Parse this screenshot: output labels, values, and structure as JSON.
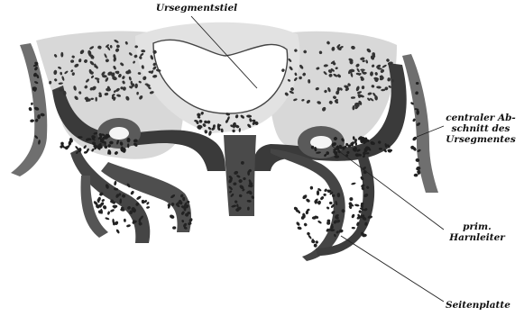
{
  "labels": {
    "ursegmentstiel": "Ursegmentstiel",
    "centraler": [
      "centraler Ab-",
      "schnitt des",
      "Ursegmentes"
    ],
    "harnleiter": [
      "prim.",
      "Harnleiter"
    ],
    "seitenplatte": "Seitenplatte"
  },
  "colors": {
    "background": "#ffffff",
    "tissue_dark": "#2b2b2b",
    "tissue_mid": "#8a8a8a",
    "tissue_light": "#cfcfcf",
    "line": "#222222"
  }
}
